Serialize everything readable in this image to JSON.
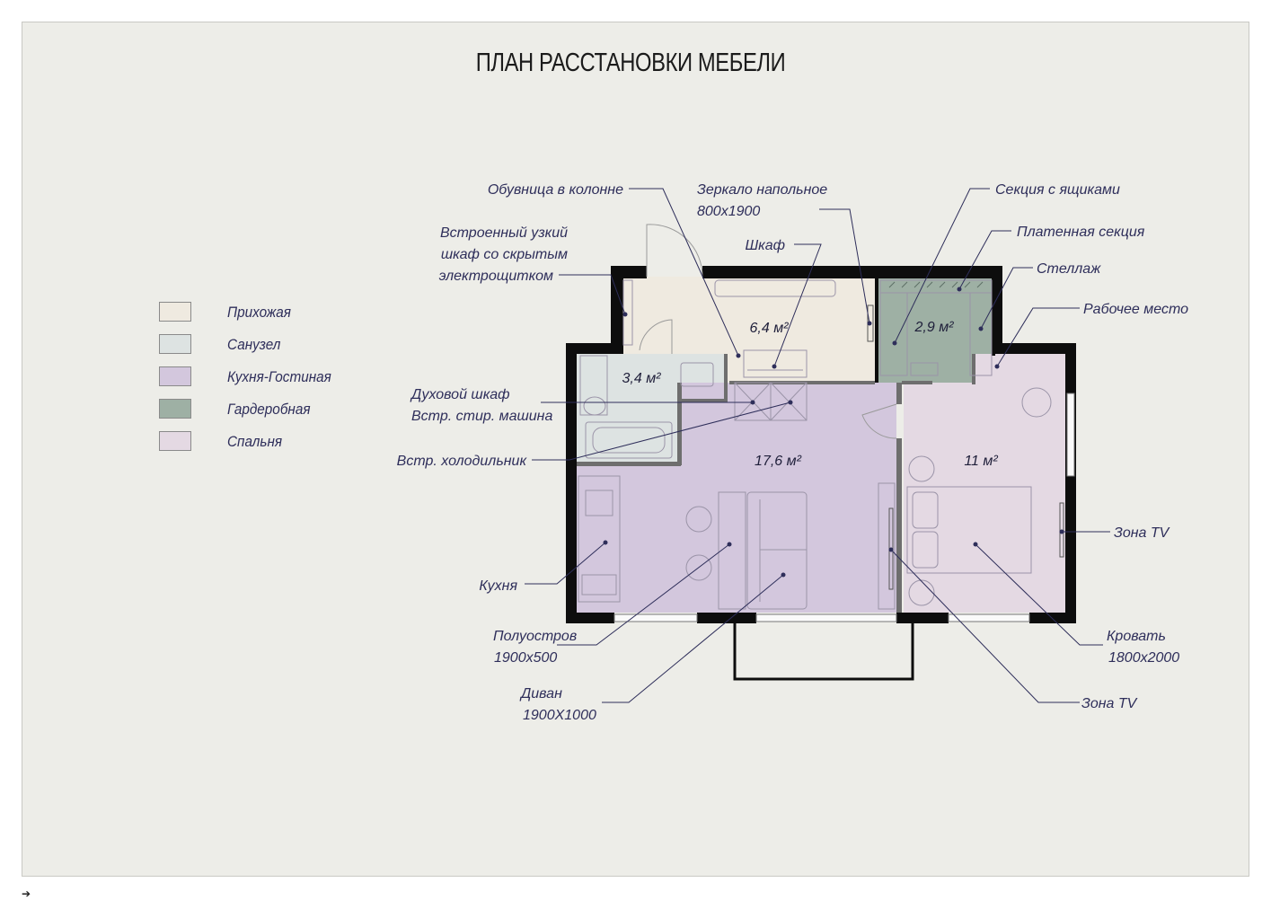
{
  "title": "ПЛАН РАССТАНОВКИ МЕБЕЛИ",
  "legend": [
    {
      "label": "Прихожая",
      "color": "#efeae0"
    },
    {
      "label": "Санузел",
      "color": "#dde3e2"
    },
    {
      "label": "Кухня-Гостиная",
      "color": "#d3c7dd"
    },
    {
      "label": "Гардеробная",
      "color": "#9eb0a4"
    },
    {
      "label": "Спальня",
      "color": "#e4d9e3"
    }
  ],
  "areas": {
    "hall": "6,4 м²",
    "wardrobe": "2,9 м²",
    "bathroom": "3,4 м²",
    "living": "17,6 м²",
    "bedroom": "11 м²"
  },
  "callouts": {
    "shoe_cabinet": "Обувница в колонне",
    "mirror_1": "Зеркало напольное",
    "mirror_2": "800х1900",
    "drawers": "Секция с ящиками",
    "dress_section": "Платенная секция",
    "rack": "Стеллаж",
    "workplace": "Рабочее место",
    "closet_1": "Встроенный узкий",
    "closet_2": "шкаф со скрытым",
    "closet_3": "электрощитком",
    "wardrobe_cabinet": "Шкаф",
    "oven_1": "Духовой шкаф",
    "oven_2": "Встр. стир. машина",
    "fridge": "Встр. холодильник",
    "kitchen": "Кухня",
    "island_1": "Полуостров",
    "island_2": "1900х500",
    "sofa_1": "Диван",
    "sofa_2": "1900Х1000",
    "tv_bedroom": "Зона TV",
    "bed_1": "Кровать",
    "bed_2": "1800х2000",
    "tv_living": "Зона TV"
  },
  "colors": {
    "wall": "#0d0d0d",
    "leader": "#2e2e5a",
    "hall": "#efeae0",
    "bath": "#dde3e2",
    "living": "#d3c7dd",
    "wardrobe": "#9eb0a4",
    "bedroom": "#e4d9e3",
    "furniture_line": "#9b94a8"
  }
}
